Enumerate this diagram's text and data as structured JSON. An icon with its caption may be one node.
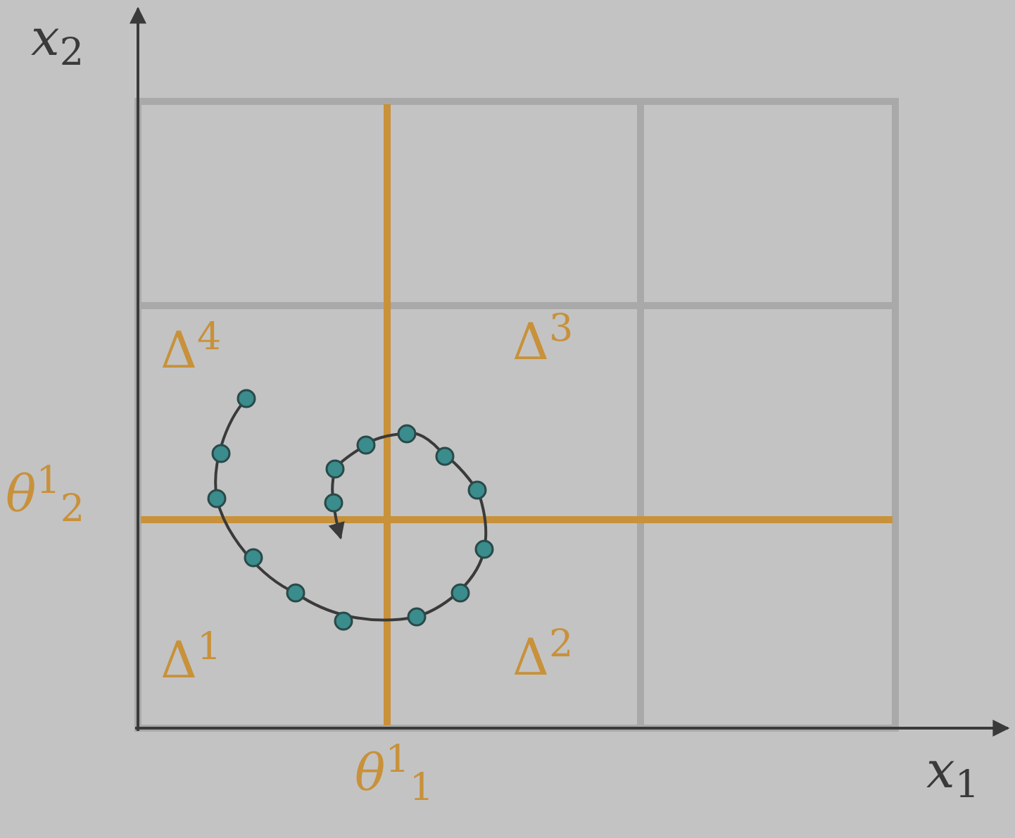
{
  "diagram": {
    "labels": [
      "*x*$_{2}$",
      "Δ$^{4}$",
      "Δ$^{3}$",
      "*θ*$^{1}$$_{2}$",
      "Δ$^{1}$",
      "Δ$^{2}$",
      "*x*$_{1}$",
      "*θ*$^{1}$$_{1}$"
    ]
  }
}
